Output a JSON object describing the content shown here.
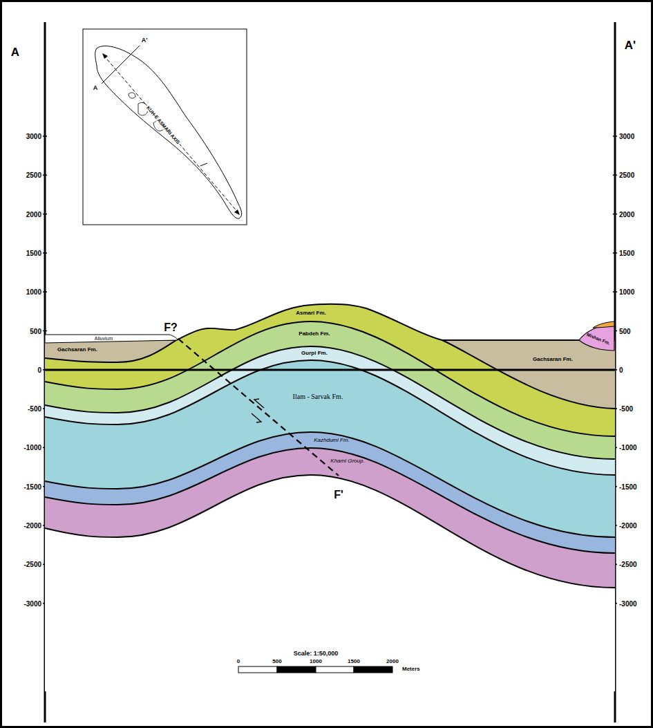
{
  "diagram": {
    "labels": [
      "A",
      "A'",
      "A",
      "A'",
      "KUH-E ASMARI AXIS",
      "3000",
      "2500",
      "2000",
      "1500",
      "1000",
      "500",
      "0",
      "-500",
      "-1000",
      "-1500",
      "-2000",
      "-2500",
      "-3000",
      "3000",
      "2500",
      "2000",
      "1500",
      "1000",
      "500",
      "0",
      "-500",
      "-1000",
      "-1500",
      "-2000",
      "-2500",
      "-3000",
      "Alluvium",
      "Gachsaran Fm.",
      "F?",
      "Asmari Fm.",
      "Pabdeh Fm.",
      "Gurpi Fm.",
      "Ilam - Sarvak Fm.",
      "Kazhdumi Fm.",
      "Khami Group.",
      "F'",
      "Gachsaran Fm.",
      "Mishan Fm.",
      "Scale: 1:50,000",
      "0",
      "500",
      "1000",
      "1500",
      "2000",
      "Meters"
    ]
  }
}
